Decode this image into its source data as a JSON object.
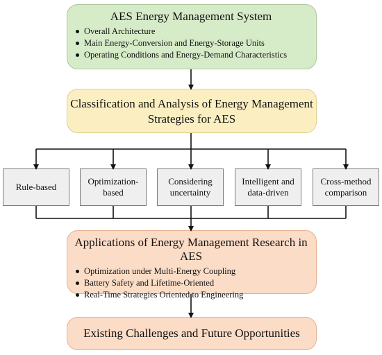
{
  "box1": {
    "title": "AES Energy Management System",
    "items": [
      "Overall Architecture",
      "Main Energy-Conversion and Energy-Storage Units",
      "Operating Conditions and Energy-Demand Characteristics"
    ]
  },
  "box2": {
    "line1": "Classification and Analysis of Energy Management",
    "line2": "Strategies for AES"
  },
  "methods": [
    {
      "line1": "Rule-based",
      "line2": ""
    },
    {
      "line1": "Optimization-",
      "line2": "based"
    },
    {
      "line1": "Considering",
      "line2": "uncertainty"
    },
    {
      "line1": "Intelligent and",
      "line2": "data-driven"
    },
    {
      "line1": "Cross-method",
      "line2": "comparison"
    }
  ],
  "box3": {
    "title": "Applications of Energy Management Research in AES",
    "items": [
      "Optimization under Multi-Energy Coupling",
      "Battery Safety and Lifetime-Oriented",
      "Real-Time Strategies Oriented to Engineering"
    ]
  },
  "box4": {
    "title": "Existing Challenges and Future Opportunities"
  },
  "colors": {
    "green": "#d6ebc8",
    "yellow": "#fbefc2",
    "orange": "#fbdcc6",
    "grey": "#efefef"
  }
}
